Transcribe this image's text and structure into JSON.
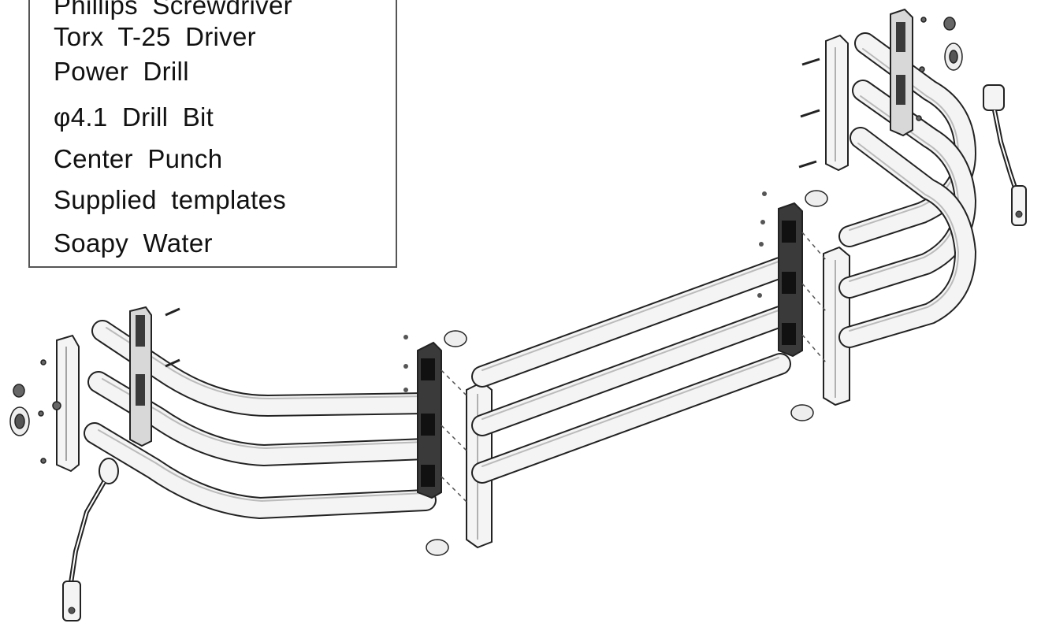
{
  "tools_box": {
    "items": [
      "Phillips Screwdriver",
      "Torx T-25 Driver",
      "Power Drill",
      "φ4.1 Drill Bit",
      "Center Punch",
      "Supplied templates",
      "Soapy Water"
    ]
  },
  "colors": {
    "line": "#222222",
    "rail_fill": "#f4f4f4",
    "bracket_fill": "#3a3a3a",
    "box_border": "#555555"
  }
}
